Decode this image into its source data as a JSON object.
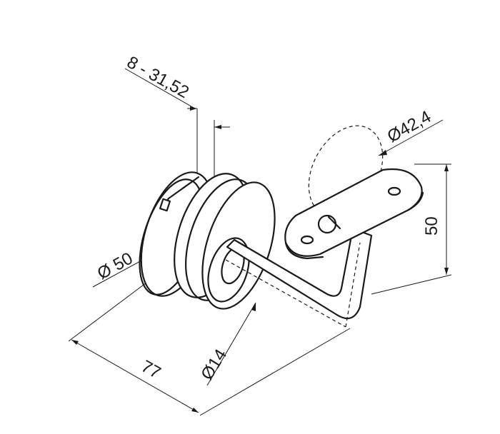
{
  "drawing": {
    "dimensions": {
      "glass_thickness": "8 - 31,52",
      "disc_diameter": "Ø 50",
      "tube_diameter": "Ø42,4",
      "height": "50",
      "projection": "77",
      "bar_diameter": "Ø14"
    },
    "colors": {
      "line": "#1a1a1a",
      "background": "#ffffff"
    }
  }
}
